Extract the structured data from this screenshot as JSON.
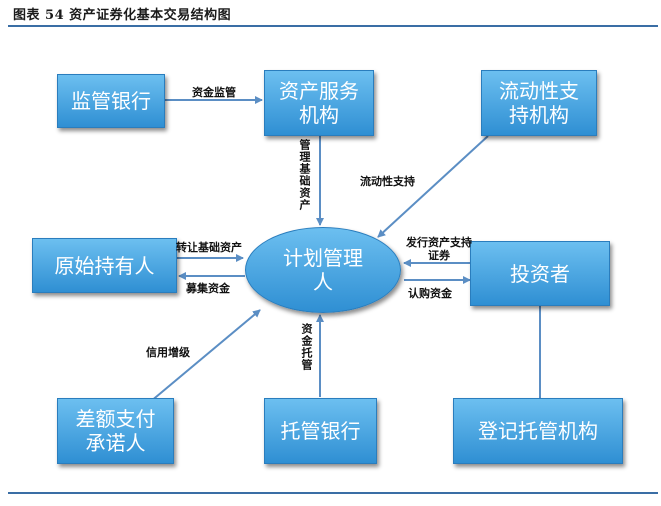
{
  "caption": "图表 54   资产证券化基本交易结构图",
  "nodes": {
    "supervisor_bank": "监管银行",
    "asset_servicer": "资产服务\n机构",
    "liquidity_support": "流动性支\n持机构",
    "originator": "原始持有人",
    "plan_manager": "计划管理\n人",
    "investor": "投资者",
    "guarantor": "差额支付\n承诺人",
    "custodian_bank": "托管银行",
    "registry": "登记托管机构"
  },
  "edges": {
    "fund_supervision": "资金监管",
    "manage_assets": "管理基础资产",
    "liquidity_support": "流动性支持",
    "transfer_assets": "转让基础资产",
    "raise_funds": "募集资金",
    "issue_securities": "发行资产支持证券",
    "subscribe_funds": "认购资金",
    "credit_enhancement": "信用增级",
    "fund_custody": "资金托管"
  },
  "colors": {
    "box_top": "#6cbff0",
    "box_bottom": "#2f8fd3",
    "arrow": "#5b8ec4",
    "rule": "#3a6ea5"
  }
}
